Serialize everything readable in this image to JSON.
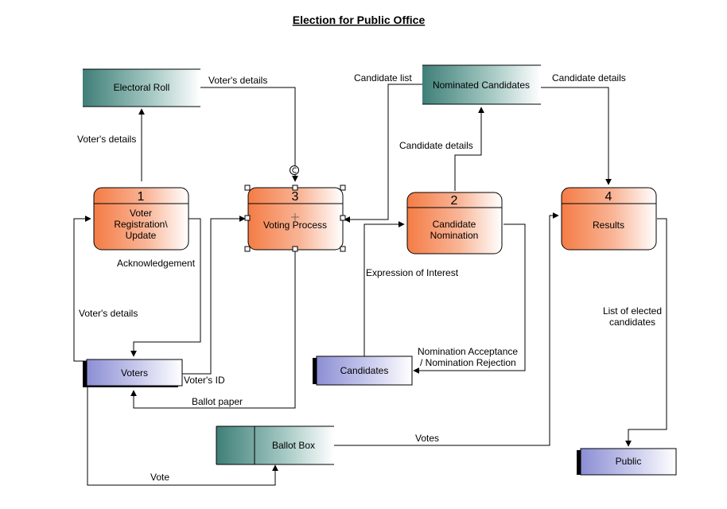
{
  "title": "Election for Public Office",
  "colors": {
    "process_dark": "#f47c45",
    "process_light": "#ffffff",
    "store_teal": "#3f7f78",
    "entity_purple": "#8c8ed4",
    "selection_handle": "#ffffff"
  },
  "processes": {
    "voter_registration": {
      "number": "1",
      "lines": [
        "Voter",
        "Registration\\",
        "Update"
      ]
    },
    "voting_process": {
      "number": "3",
      "lines": [
        "Voting Process"
      ]
    },
    "candidate_nomination": {
      "number": "2",
      "lines": [
        "Candidate",
        "Nomination"
      ]
    },
    "results": {
      "number": "4",
      "lines": [
        "Results"
      ]
    }
  },
  "data_stores": {
    "electoral_roll": "Electoral Roll",
    "nominated_candidates": "Nominated Candidates",
    "ballot_box": "Ballot Box"
  },
  "entities": {
    "voters": "Voters",
    "candidates": "Candidates",
    "public": "Public"
  },
  "flows": {
    "voters_details_to_roll": "Voter's details",
    "voters_details_roll_to_voting": "Voter's details",
    "voters_details_to_registration": "Voter's details",
    "acknowledgement": "Acknowledgement",
    "voters_id": "Voter's ID",
    "ballot_paper": "Ballot paper",
    "vote": "Vote",
    "votes": "Votes",
    "candidate_list": "Candidate list",
    "candidate_details_to_store": "Candidate details",
    "candidate_details_to_results": "Candidate details",
    "expression_of_interest": "Expression of Interest",
    "nomination_response": [
      "Nomination Acceptance",
      "/ Nomination Rejection"
    ],
    "list_of_elected": [
      "List of elected",
      "candidates"
    ]
  }
}
